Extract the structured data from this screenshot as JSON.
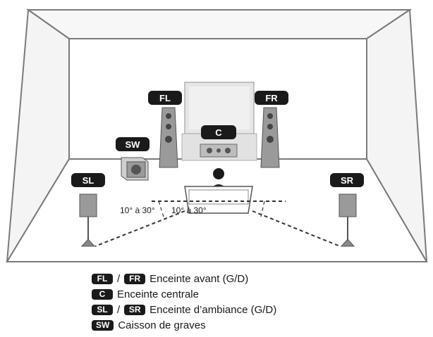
{
  "diagram": {
    "speakers": {
      "fl": "FL",
      "fr": "FR",
      "c": "C",
      "sw": "SW",
      "sl": "SL",
      "sr": "SR"
    },
    "angle_left": "10° à 30°",
    "angle_right": "10° à 30°"
  },
  "legend": {
    "front": {
      "left": "FL",
      "sep": "/",
      "right": "FR",
      "text": "Enceinte avant (G/D)"
    },
    "center": {
      "label": "C",
      "text": "Enceinte centrale"
    },
    "surround": {
      "left": "SL",
      "sep": "/",
      "right": "SR",
      "text": "Enceinte d’ambiance (G/D)"
    },
    "sub": {
      "label": "SW",
      "text": "Caisson de graves"
    }
  },
  "colors": {
    "ink": "#1a1a1a",
    "light": "#f2f2f2",
    "mid": "#d6d6d6",
    "dark": "#8a8a8a"
  }
}
